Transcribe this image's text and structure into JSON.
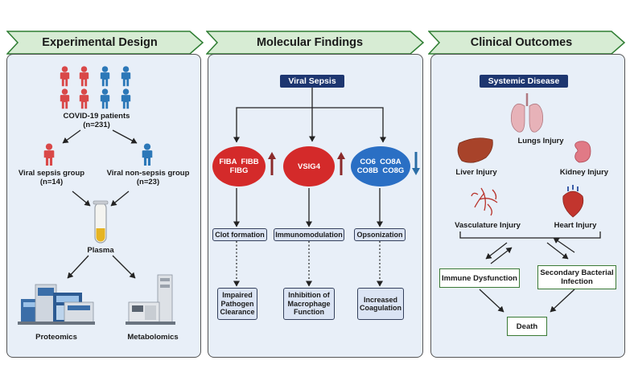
{
  "colors": {
    "header_fill": "#d7ecd4",
    "header_border": "#2e7d32",
    "panel_fill": "#e8eff8",
    "navy": "#1d3670",
    "red": "#d42a2a",
    "blue": "#2a6fc4",
    "person_red": "#d94848",
    "person_blue": "#2c78b8",
    "up_arrow": "#8b2a2a",
    "down_arrow": "#2a6ea6"
  },
  "headers": {
    "experimental_design": "Experimental Design",
    "molecular_findings": "Molecular Findings",
    "clinical_outcomes": "Clinical Outcomes"
  },
  "design": {
    "cohort_label": "COVID-19 patients",
    "cohort_n": "(n=231)",
    "sepsis_group": "Viral sepsis group",
    "sepsis_n": "(n=14)",
    "nonsepsis_group": "Viral non-sepsis group",
    "nonsepsis_n": "(n=23)",
    "sample": "Plasma",
    "method_1": "Proteomics",
    "method_2": "Metabolomics"
  },
  "molecular": {
    "title": "Viral Sepsis",
    "oval_1": {
      "line1": "FIBA  FIBB",
      "line2": "FIBG",
      "direction": "up"
    },
    "oval_2": {
      "line1": "VSIG4",
      "line2": "",
      "direction": "up"
    },
    "oval_3": {
      "line1": "CO6  CO8A",
      "line2": "CO8B  CO8G",
      "direction": "down"
    },
    "process_1": "Clot formation",
    "process_2": "Immunomodulation",
    "process_3": "Opsonization",
    "outcome_1": [
      "Impaired",
      "Pathogen",
      "Clearance"
    ],
    "outcome_2": [
      "Inhibition of",
      "Macrophage",
      "Function"
    ],
    "outcome_3": [
      "Increased",
      "Coagulation"
    ]
  },
  "clinical": {
    "title": "Systemic Disease",
    "organs": {
      "lungs": "Lungs Injury",
      "liver": "Liver Injury",
      "kidney": "Kidney Injury",
      "vasculature": "Vasculature Injury",
      "heart": "Heart Injury"
    },
    "immune": "Immune Dysfunction",
    "bacterial": [
      "Secondary Bacterial",
      "Infection"
    ],
    "death": "Death"
  }
}
